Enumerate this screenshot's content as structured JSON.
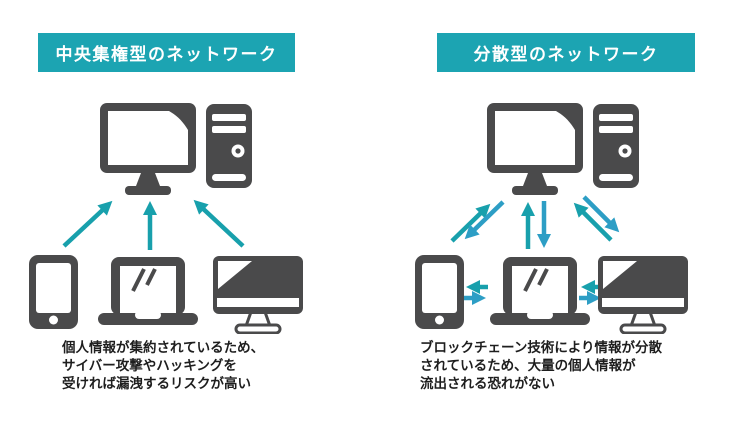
{
  "colors": {
    "accent_teal": "#1CA4B2",
    "arrow_toward_teal": "#18A0AC",
    "arrow_away_blue": "#2D9EC5",
    "icon_gray": "#4A4A4B",
    "caption_text": "#1E1E1E",
    "background": "#FFFFFF"
  },
  "left_panel": {
    "title": "中央集権型のネットワーク",
    "caption_lines": [
      "個人情報が集約されているため、",
      "サイバー攻撃やハッキングを",
      "受ければ漏洩するリスクが高い"
    ],
    "devices": {
      "server": "desktop-computer-with-tower",
      "clients": [
        "smartphone",
        "laptop",
        "desktop-monitor"
      ]
    }
  },
  "right_panel": {
    "title": "分散型のネットワーク",
    "caption_lines": [
      "ブロックチェーン技術により情報が分散",
      "されているため、大量の個人情報が",
      "流出される恐れがない"
    ],
    "devices": {
      "server": "desktop-computer-with-tower",
      "clients": [
        "smartphone",
        "laptop",
        "desktop-monitor"
      ]
    }
  }
}
